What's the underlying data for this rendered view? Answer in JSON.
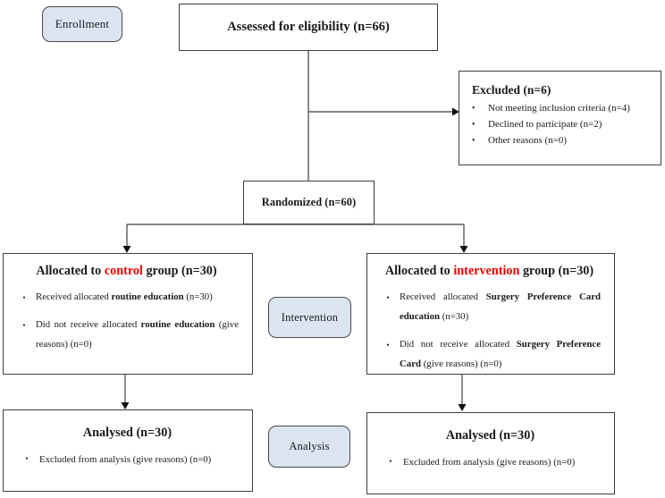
{
  "colors": {
    "highlight_red": "#ee0000",
    "stage_label_fill": "#dbe5f1",
    "box_border": "#3f3f3f",
    "background": "#ffffff"
  },
  "stages": {
    "enrollment": "Enrollment",
    "intervention": "Intervention",
    "analysis": "Analysis"
  },
  "boxes": {
    "assessed": {
      "title": "Assessed for eligibility (n=66)"
    },
    "excluded": {
      "title": "Excluded (n=6)",
      "items": [
        "Not meeting inclusion criteria (n=4)",
        "Declined to participate (n=2)",
        "Other reasons (n=0)"
      ]
    },
    "randomized": {
      "title": "Randomized (n=60)"
    },
    "control_allocation": {
      "title": {
        "prefix": "Allocated to ",
        "highlight": "control",
        "suffix": " group (n=30)"
      },
      "bullets": [
        {
          "segments": [
            {
              "text": "Received allocated ",
              "bold": false
            },
            {
              "text": "routine education",
              "bold": true
            },
            {
              "text": " (n=30)",
              "bold": false
            }
          ]
        },
        {
          "segments": [
            {
              "text": "Did not receive allocated ",
              "bold": false
            },
            {
              "text": "routine education",
              "bold": true
            },
            {
              "text": " (give reasons) (n=0)",
              "bold": false
            }
          ]
        }
      ]
    },
    "intervention_allocation": {
      "title": {
        "prefix": "Allocated to ",
        "highlight": "intervention",
        "suffix": " group (n=30)"
      },
      "bullets": [
        {
          "segments": [
            {
              "text": "Received allocated ",
              "bold": false
            },
            {
              "text": "Surgery Preference Card education",
              "bold": true
            },
            {
              "text": " (n=30)",
              "bold": false
            }
          ]
        },
        {
          "segments": [
            {
              "text": "Did not receive allocated ",
              "bold": false
            },
            {
              "text": "Surgery Preference Card",
              "bold": true
            },
            {
              "text": " (give reasons) (n=0)",
              "bold": false
            }
          ]
        }
      ]
    },
    "control_analysed": {
      "title": "Analysed (n=30)",
      "items": [
        "Excluded from analysis (give reasons) (n=0)"
      ]
    },
    "intervention_analysed": {
      "title": "Analysed (n=30)",
      "items": [
        "Excluded from analysis (give reasons) (n=0)"
      ]
    }
  }
}
